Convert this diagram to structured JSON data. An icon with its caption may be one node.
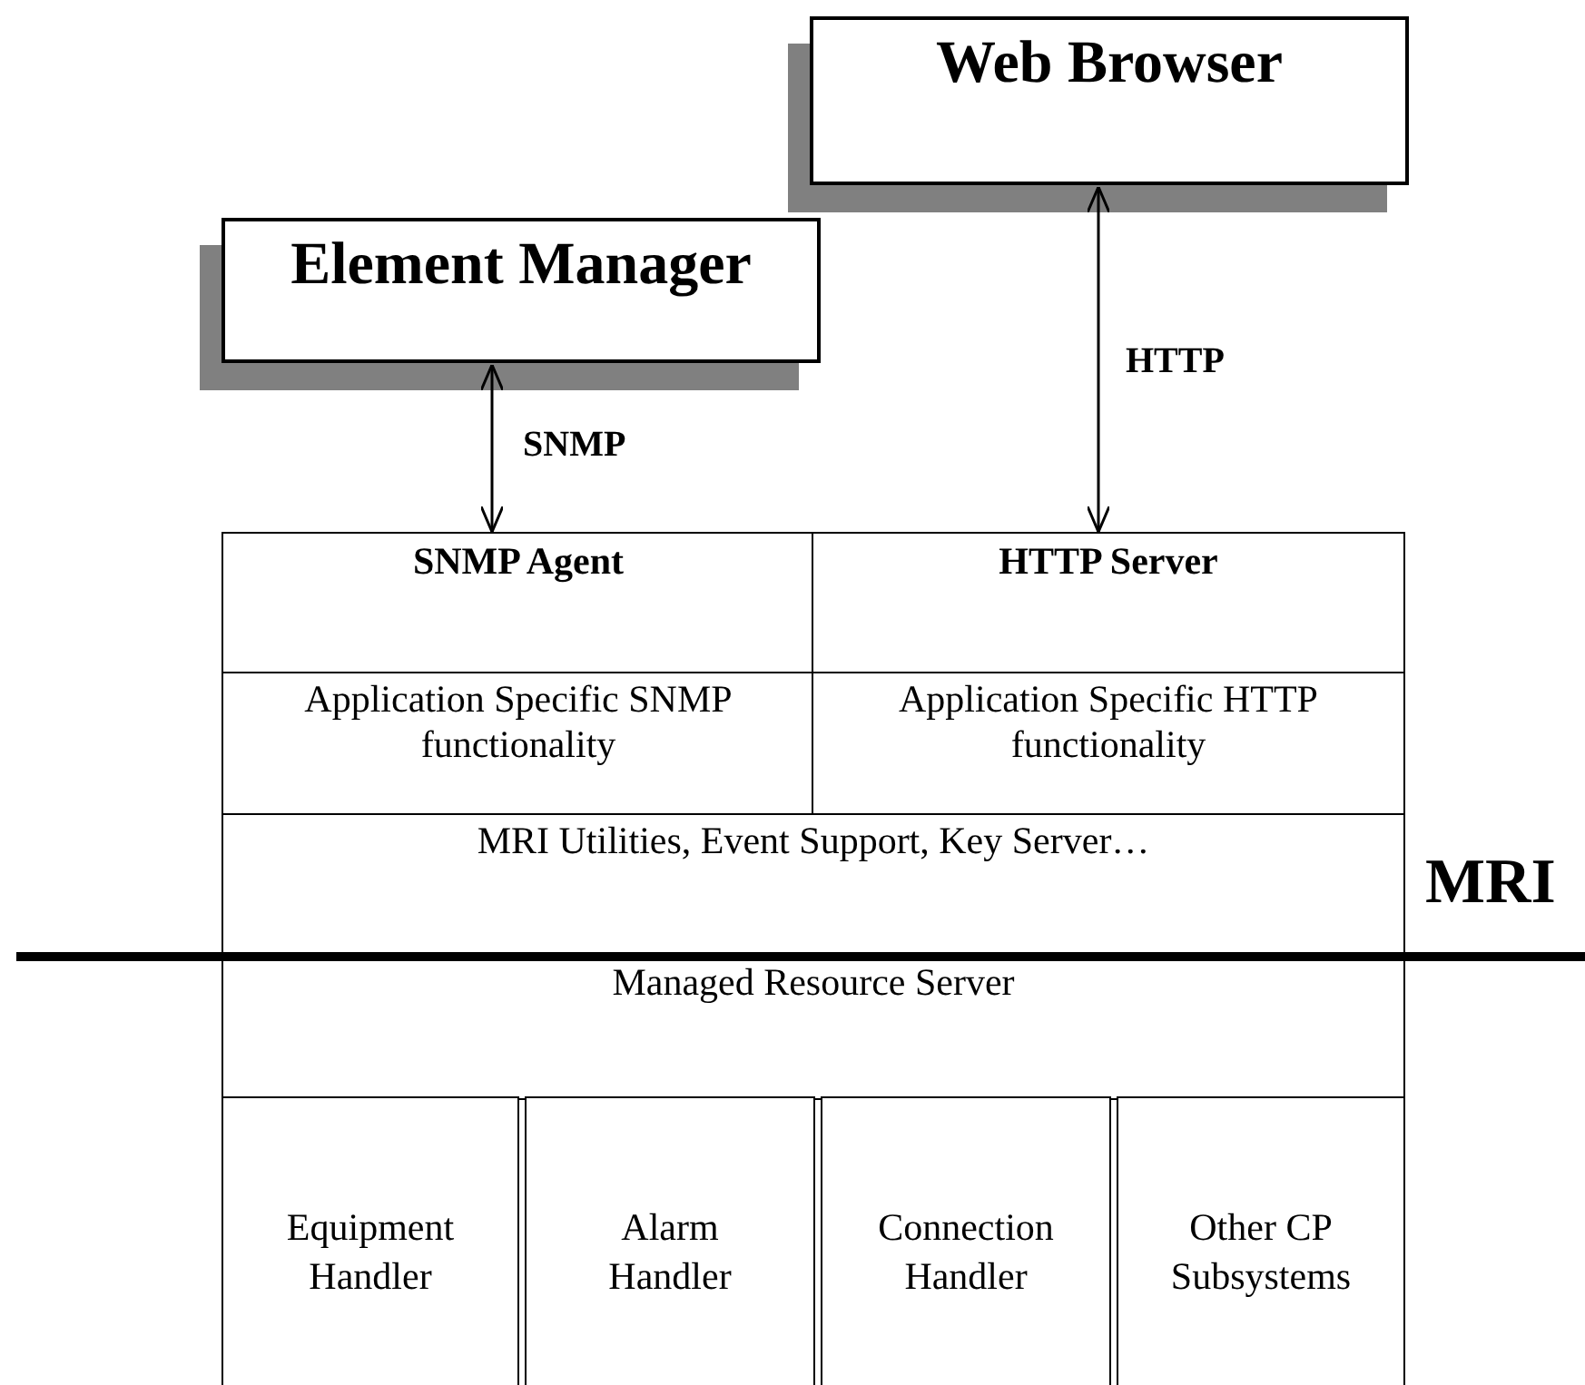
{
  "diagram": {
    "nodes": [
      {
        "text": [
          "Web Browser"
        ]
      },
      {
        "text": [
          "Element Manager"
        ]
      },
      {
        "text": [
          "SNMP Agent"
        ]
      },
      {
        "text": [
          "HTTP Server"
        ]
      },
      {
        "text": [
          "Application Specific SNMP functionality"
        ]
      },
      {
        "text": [
          "Application Specific HTTP functionality"
        ]
      },
      {
        "text": [
          "MRI Utilities, Event Support, Key Server…"
        ]
      },
      {
        "text": [
          "Managed Resource Server"
        ]
      },
      {
        "text": [
          "Equipment Handler"
        ]
      },
      {
        "text": [
          "Alarm Handler"
        ]
      },
      {
        "text": [
          "Connection Handler"
        ]
      },
      {
        "text": [
          "Other CP Subsystems"
        ]
      }
    ],
    "edges": [
      {
        "from": 1,
        "to": 2,
        "arrow": "both",
        "label": "SNMP"
      },
      {
        "from": 0,
        "to": 3,
        "arrow": "both",
        "label": "HTTP"
      }
    ],
    "labels": [
      "MRI"
    ]
  }
}
